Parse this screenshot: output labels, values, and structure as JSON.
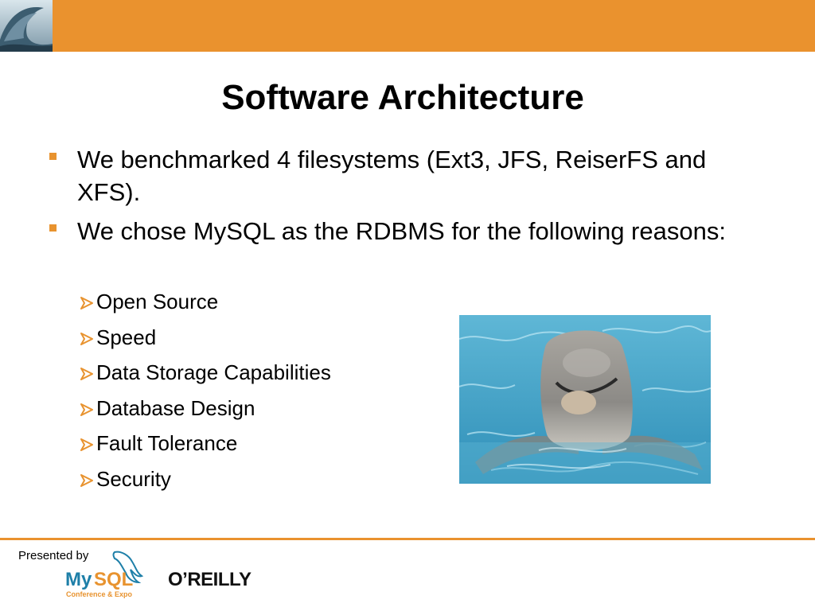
{
  "slide": {
    "title": "Software Architecture",
    "bullets": [
      "We benchmarked 4 filesystems (Ext3, JFS, ReiserFS and XFS).",
      "We chose MySQL as the RDBMS for the following reasons:"
    ],
    "sub_bullets": [
      "Open Source",
      "Speed",
      "Data Storage Capabilities",
      "Database Design",
      "Fault Tolerance",
      "Security"
    ]
  },
  "footer": {
    "presented_by": "Presented by",
    "mysql_logo_text": "MySQL",
    "mysql_logo_subtitle": "Conference & Expo",
    "oreilly_logo_text": "O’REILLY"
  },
  "colors": {
    "accent_orange": "#ea922e",
    "bullet_square": "#e8932f",
    "mysql_blue": "#1e7fa8"
  },
  "icons": {
    "header_thumbnail": "wave-icon",
    "sub_bullet_marker": "arrow-bullet-icon",
    "photo": "dolphin-photo"
  }
}
